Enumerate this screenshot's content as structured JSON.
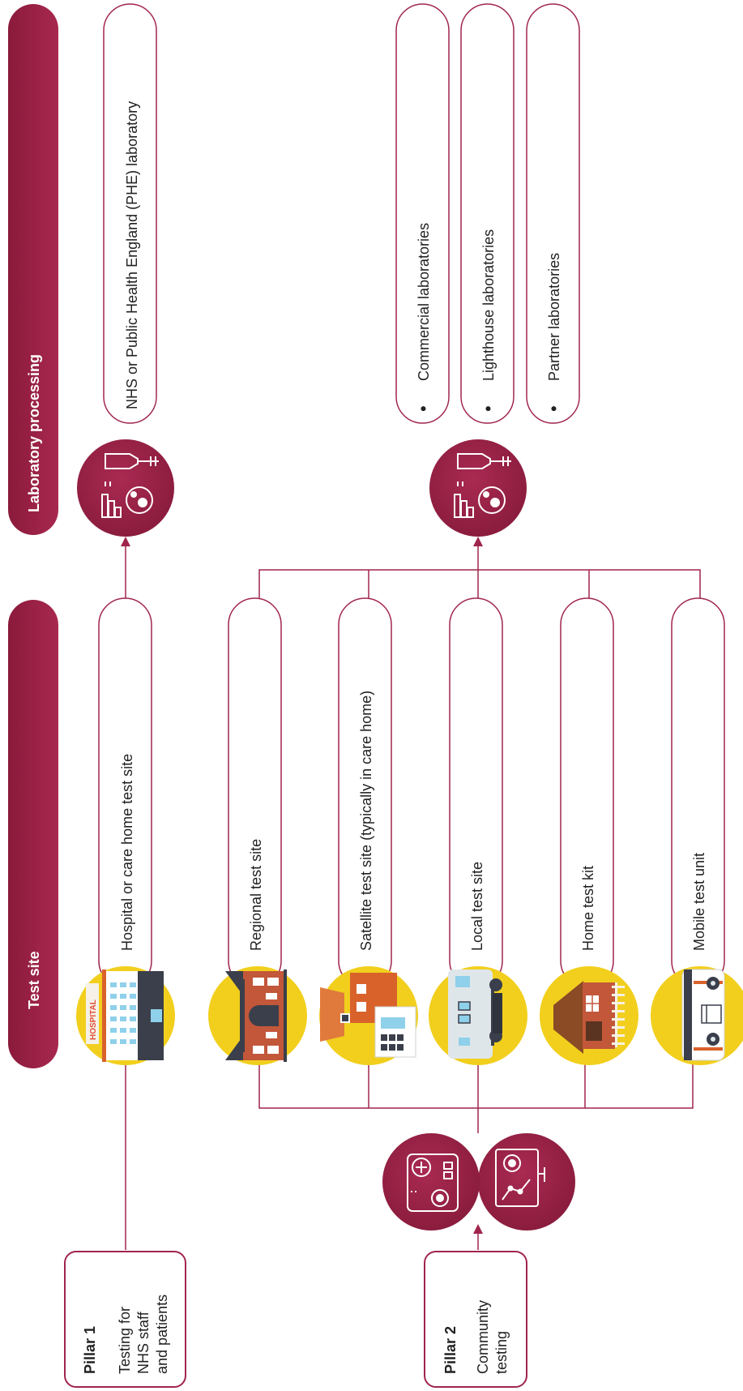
{
  "colors": {
    "maroon": "#9b2045",
    "maroon_dark": "#7d1635",
    "line": "#a0254c",
    "yellow": "#f2cf1d",
    "text": "#222222"
  },
  "header": {
    "test_site": "Test site",
    "lab_processing": "Laboratory processing"
  },
  "pillars": [
    {
      "title": "Pillar 1",
      "lines": [
        "Testing for",
        "NHS staff",
        "and patients"
      ]
    },
    {
      "title": "Pillar 2",
      "lines": [
        "Community",
        "testing"
      ]
    }
  ],
  "sites": [
    {
      "label": "Hospital or care home test site",
      "icon": "hospital-icon",
      "sign": "HOSPITAL"
    },
    {
      "label": "Regional test site",
      "icon": "regional-building-icon"
    },
    {
      "label": "Satellite test site (typically in care home)",
      "icon": "care-home-icon"
    },
    {
      "label": "Local test site",
      "icon": "portable-cabin-icon"
    },
    {
      "label": "Home test kit",
      "icon": "house-icon"
    },
    {
      "label": "Mobile test unit",
      "icon": "van-icon"
    }
  ],
  "labs": {
    "pillar1": "NHS or Public Health England (PHE) laboratory",
    "pillar2": [
      "Commercial laboratories",
      "Lighthouse laboratories",
      "Partner laboratories"
    ],
    "bullet": "•"
  },
  "icons": {
    "lab": "lab-equipment-icon",
    "community_left": "medical-kit-icon",
    "community_right": "monitor-icon"
  }
}
